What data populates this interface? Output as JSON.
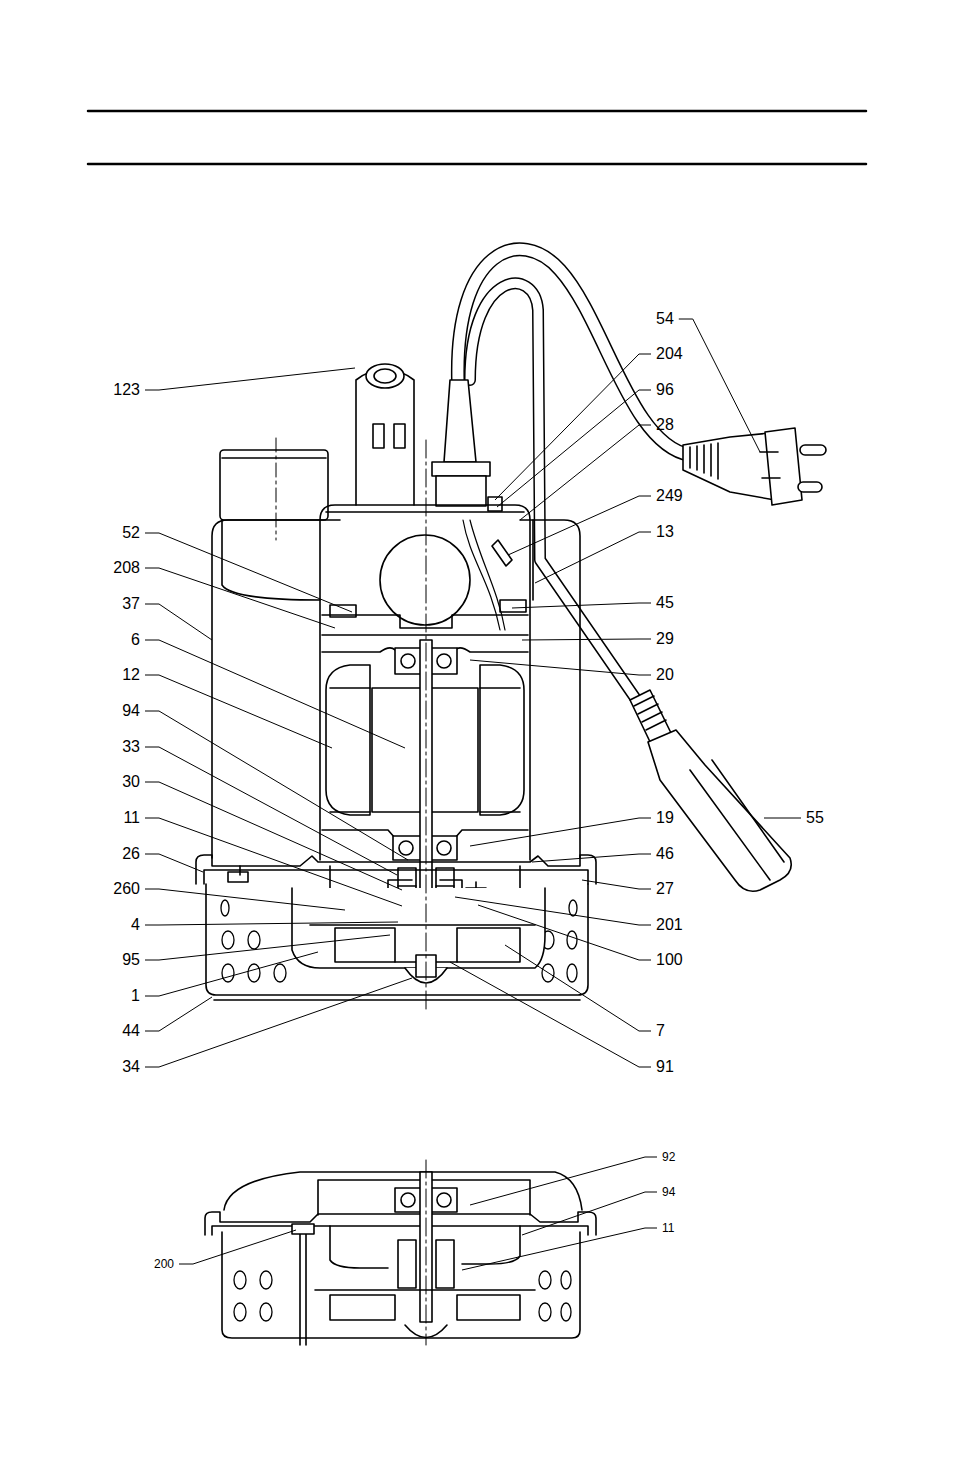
{
  "diagram": {
    "labels": [
      "123",
      "52",
      "208",
      "37",
      "6",
      "12",
      "94",
      "33",
      "30",
      "11",
      "26",
      "260",
      "4",
      "95",
      "1",
      "44",
      "34",
      "54",
      "204",
      "96",
      "28",
      "249",
      "13",
      "45",
      "29",
      "20",
      "19",
      "46",
      "27",
      "201",
      "100",
      "7",
      "91",
      "55",
      "92",
      "94",
      "11",
      "200"
    ]
  }
}
